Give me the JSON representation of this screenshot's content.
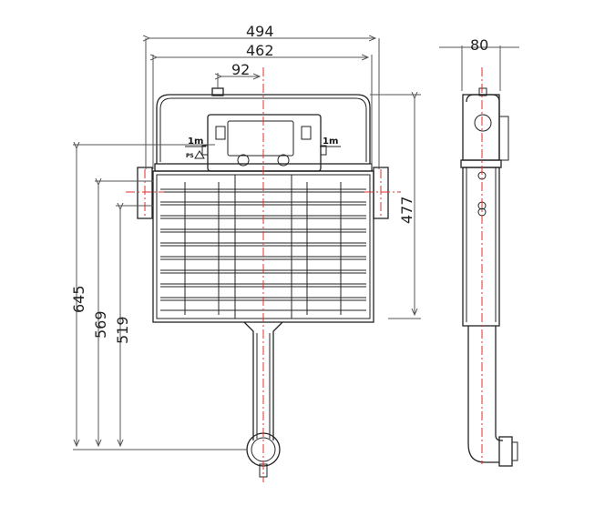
{
  "dimensions": {
    "width_overall": "494",
    "width_inner": "462",
    "inlet_offset": "92",
    "depth": "80",
    "height_frame": "477",
    "height_645": "645",
    "height_569": "569",
    "height_519": "519"
  },
  "labels": {
    "left_marker": "1m",
    "right_marker": "1m",
    "ps_mark": "PS"
  },
  "colors": {
    "line": "#222222",
    "centerline": "#e03030"
  }
}
